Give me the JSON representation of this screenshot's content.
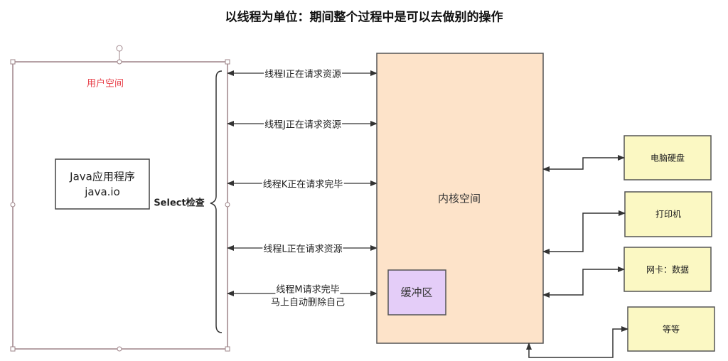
{
  "title": "以线程为单位：期间整个过程中是可以去做别的操作",
  "user_space": {
    "label": "用户空间",
    "app_line1": "Java应用程序",
    "app_line2": "java.io",
    "select_label": "Select检查"
  },
  "threads": [
    {
      "line1": "线程I正在请求资源"
    },
    {
      "line1": "线程J正在请求资源"
    },
    {
      "line1": "线程K正在请求完毕"
    },
    {
      "line1": "线程L正在请求资源"
    },
    {
      "line1": "线程M请求完毕",
      "line2": "马上自动删除自己"
    }
  ],
  "kernel": {
    "label": "内核空间",
    "buffer": "缓冲区"
  },
  "devices": [
    "电脑硬盘",
    "打印机",
    "网卡：数据",
    "等等"
  ],
  "colors": {
    "kernel": "#fde3c9",
    "buffer": "#e4cdf8",
    "device": "#fbf8c3",
    "user_space_label": "#e8404a",
    "frame": "#9e8489"
  }
}
